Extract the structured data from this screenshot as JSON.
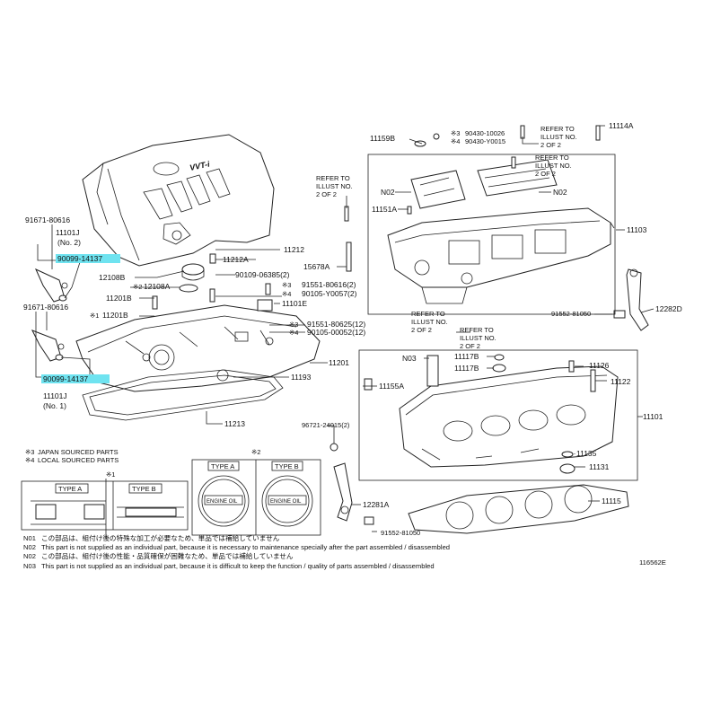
{
  "colors": {
    "highlight": "#6fe3f0",
    "line": "#222222",
    "background": "#ffffff"
  },
  "left_labels": {
    "p91671_top": "91671-80616",
    "p11101j_top": "11101J",
    "no2": "(No. 2)",
    "p90099_top": "90099-14137",
    "p91671_bot": "91671-80616",
    "p90099_bot": "90099-14137",
    "p11101j_bot": "11101J",
    "no1": "(No. 1)"
  },
  "cover_labels": {
    "p11212": "11212",
    "p11212a": "11212A",
    "p12108b": "12108B",
    "p12108a": "12108A",
    "mark2_12108a": "※2",
    "p11201b_top": "11201B",
    "p11201b_mid": "11201B",
    "mark1_11201b": "※1",
    "p90109": "90109-06385(2)",
    "mark3_91551_top": "※3",
    "p91551_top": "91551-80616(2)",
    "mark4_90105_top": "※4",
    "p90105_top": "90105-Y0057(2)",
    "p11101e": "11101E",
    "mark3_91551_bot": "※3",
    "p91551_bot": "91551-80625(12)",
    "mark4_90105_bot": "※4",
    "p90105_bot": "90105-00052(12)",
    "p11201": "11201",
    "p11193": "11193",
    "p11213": "11213"
  },
  "cam_labels": {
    "p11159b": "11159B",
    "mark3_90430": "※3",
    "p90430a": "90430-10026",
    "mark4_90430": "※4",
    "p90430b": "90430-Y0015",
    "refer_top_1": "REFER TO",
    "refer_top_2": "ILLUST NO.",
    "refer_top_3": "2 OF 2",
    "p11114a": "11114A",
    "refer_left_1": "REFER TO",
    "refer_left_2": "ILLUST NO.",
    "refer_left_3": "2 OF 2",
    "refer_mid_1": "REFER TO",
    "refer_mid_2": "ILLUST NO.",
    "refer_mid_3": "2 OF 2",
    "n02_left": "N02",
    "n02_right": "N02",
    "p11151a": "11151A",
    "p11103": "11103",
    "p15678a": "15678A",
    "p12282d": "12282D",
    "p91552_top": "91552-81050"
  },
  "head_labels": {
    "refer_a_1": "REFER TO",
    "refer_a_2": "ILLUST NO.",
    "refer_a_3": "2 OF 2",
    "refer_b_1": "REFER TO",
    "refer_b_2": "ILLUST NO.",
    "refer_b_3": "2 OF 2",
    "n03": "N03",
    "p11117b_a": "11117B",
    "p11117b_b": "11117B",
    "p11126": "11126",
    "p11155a": "11155A",
    "p11122": "11122",
    "p11101": "11101",
    "p96721": "96721-24015(2)",
    "p11135": "11135",
    "p11131": "11131",
    "p12281a": "12281A",
    "p11115": "11115",
    "p91552_bot": "91552-81050"
  },
  "legend": {
    "mark3": "※3",
    "mark3_text": "JAPAN SOURCED PARTS",
    "mark4": "※4",
    "mark4_text": "LOCAL SOURCED PARTS",
    "mark1": "※1",
    "mark2": "※2",
    "type_a": "TYPE A",
    "type_b": "TYPE B",
    "gasket_type_a": "TYPE A",
    "gasket_type_b": "TYPE B",
    "cap_text_a": "ENGINE OIL",
    "cap_text_b": "ENGINE OIL"
  },
  "notes": {
    "n01_code": "N01",
    "n01_text": "この部品は、組付け後の特殊な加工が必要なため、単品では補給していません",
    "n02_code_en": "N02",
    "n02_text_en": "This part is not supplied as an individual part, because it is necessary to maintenance specially after the part assembled / disassembled",
    "n02_code_jp": "N02",
    "n02_text_jp": "この部品は、組付け後の性能・品質確保が困難なため、単品では補給していません",
    "n03_code": "N03",
    "n03_text": "This part is not supplied as an individual part, because it is difficult to keep the function / quality of parts assembled / disassembled"
  },
  "diagram_id": "116562E"
}
